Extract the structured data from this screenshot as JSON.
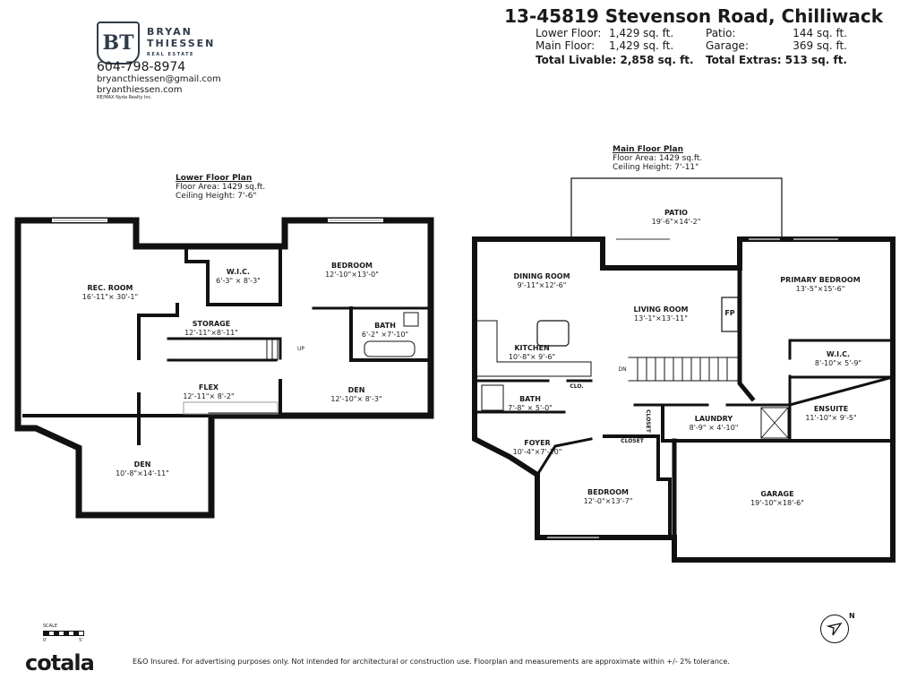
{
  "agent": {
    "logo_text": "BT",
    "name_line1": "BRYAN",
    "name_line2": "THIESSEN",
    "tagline": "REAL ESTATE",
    "phone": "604-798-8974",
    "email": "bryancthiessen@gmail.com",
    "website": "bryanthiessen.com",
    "brokerage": "RE/MAX Nyda Realty Inc."
  },
  "listing": {
    "address": "13-45819 Stevenson Road, Chilliwack",
    "stats": [
      {
        "label": "Lower Floor:",
        "value": "1,429 sq. ft.",
        "label2": "Patio:",
        "value2": "144 sq. ft."
      },
      {
        "label": "Main Floor:",
        "value": "1,429 sq. ft.",
        "label2": "Garage:",
        "value2": "369 sq. ft."
      }
    ],
    "total_livable_label": "Total Livable:",
    "total_livable": "2,858 sq. ft.",
    "total_extras_label": "Total Extras:",
    "total_extras": "513 sq. ft."
  },
  "lower": {
    "title": "Lower Floor Plan",
    "area": "Floor Area: 1429 sq.ft.",
    "ceiling": "Ceiling Height: 7'-6\"",
    "rooms": [
      {
        "name": "REC. ROOM",
        "dim": "16'-11\"× 30'-1\""
      },
      {
        "name": "W.I.C.",
        "dim": "6'-3\" × 8'-3\""
      },
      {
        "name": "BEDROOM",
        "dim": "12'-10\"×13'-0\""
      },
      {
        "name": "STORAGE",
        "dim": "12'-11\"×8'-11\""
      },
      {
        "name": "BATH",
        "dim": "6'-2\" ×7'-10\""
      },
      {
        "name": "FLEX",
        "dim": "12'-11\"× 8'-2\""
      },
      {
        "name": "DEN",
        "dim": "12'-10\"× 8'-3\""
      },
      {
        "name": "DEN",
        "dim": "10'-8\"×14'-11\""
      }
    ],
    "stairs_label": "UP"
  },
  "main": {
    "title": "Main Floor Plan",
    "area": "Floor Area: 1429 sq.ft.",
    "ceiling": "Ceiling Height: 7'-11\"",
    "rooms": [
      {
        "name": "PATIO",
        "dim": "19'-6\"×14'-2\""
      },
      {
        "name": "DINING ROOM",
        "dim": "9'-11\"×12'-6\""
      },
      {
        "name": "LIVING ROOM",
        "dim": "13'-1\"×13'-11\""
      },
      {
        "name": "PRIMARY BEDROOM",
        "dim": "13'-5\"×15'-6\""
      },
      {
        "name": "KITCHEN",
        "dim": "10'-8\"× 9'-6\""
      },
      {
        "name": "W.I.C.",
        "dim": "8'-10\"× 5'-9\""
      },
      {
        "name": "BATH",
        "dim": "7'-8\" × 5'-0\""
      },
      {
        "name": "ENSUITE",
        "dim": "11'-10\"× 9'-5\""
      },
      {
        "name": "LAUNDRY",
        "dim": "8'-9\" × 4'-10\""
      },
      {
        "name": "FOYER",
        "dim": "10'-4\"×7'-10\""
      },
      {
        "name": "BEDROOM",
        "dim": "12'-0\"×13'-7\""
      },
      {
        "name": "GARAGE",
        "dim": "19'-10\"×18'-6\""
      }
    ],
    "fireplace": "FP",
    "closet_small": "CLO.",
    "closet": "CLOSET",
    "closet_vertical": "CLOSET",
    "stairs_label": "DN"
  },
  "footer": {
    "scale_label": "SCALE",
    "scale_start": "0'",
    "scale_end": "5'",
    "compass": "N",
    "brand": "cotala",
    "disclaimer": "E&O Insured. For advertising purposes only. Not intended for architectural or construction use. Floorplan and measurements are approximate within +/- 2% tolerance."
  }
}
